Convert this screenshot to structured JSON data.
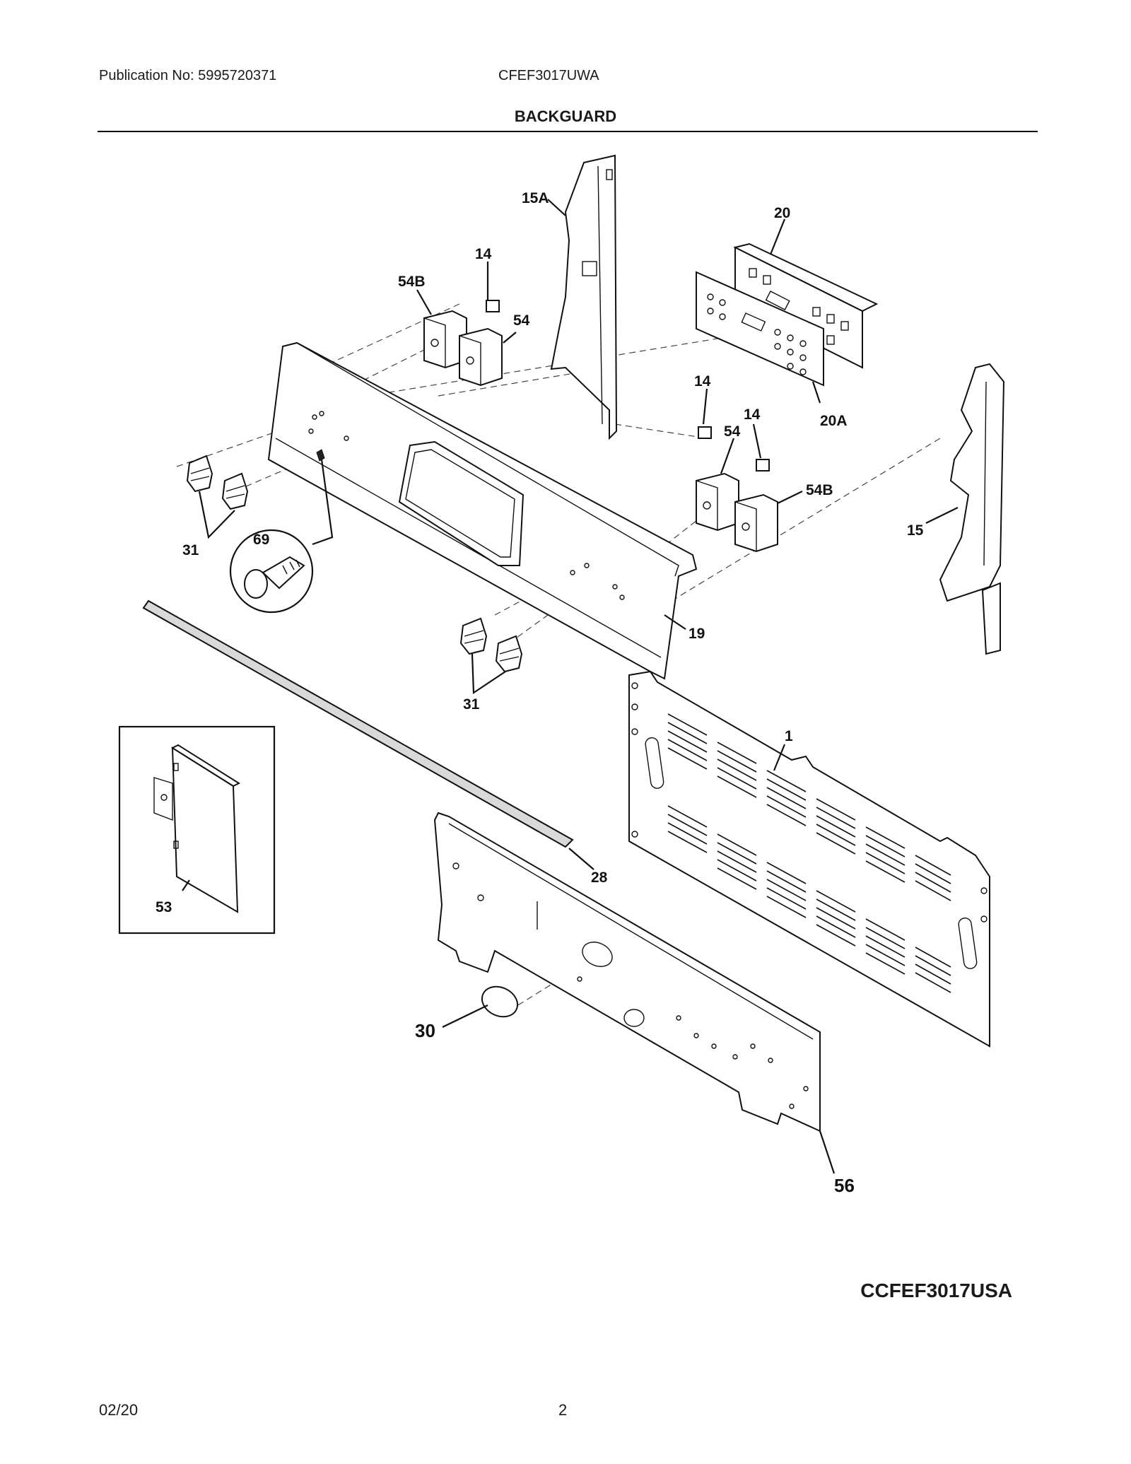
{
  "header": {
    "publication": "Publication No:  5995720371",
    "model": "CFEF3017UWA",
    "section_title": "BACKGUARD"
  },
  "callouts": {
    "c15A": "15A",
    "c20": "20",
    "c14a": "14",
    "c54Ba": "54B",
    "c54a": "54",
    "c14b": "14",
    "c14c": "14",
    "c54b": "54",
    "c54Bb": "54B",
    "c20A": "20A",
    "c15": "15",
    "c69": "69",
    "c31a": "31",
    "c19": "19",
    "c31b": "31",
    "c1": "1",
    "c28": "28",
    "c53": "53",
    "c30": "30",
    "c56": "56"
  },
  "footer": {
    "date": "02/20",
    "page": "2",
    "diagram_code": "CCFEF3017USA"
  }
}
